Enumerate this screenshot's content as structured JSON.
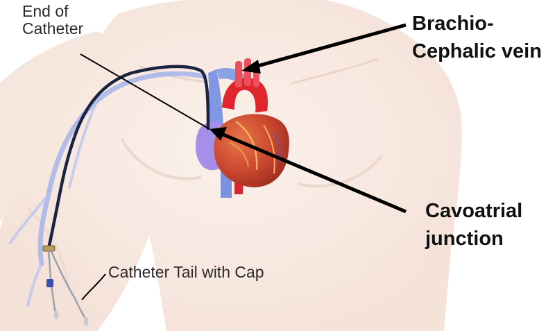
{
  "labels": {
    "end_of_catheter": [
      "End of",
      "Catheter"
    ],
    "brachiocephalic_vein": [
      "Brachio-",
      "Cephalic vein"
    ],
    "cavoatrial_junction": [
      "Cavoatrial",
      "junction"
    ],
    "catheter_tail": "Catheter Tail with Cap"
  },
  "colors": {
    "skin": "#f7e9e1",
    "skin_shadow": "#efd8cc",
    "vein": "#8aa2e6",
    "vena_cava": "#6f86dc",
    "atrium": "#a58fe8",
    "aorta": "#e0262c",
    "heart": "#c8452e",
    "catheter": "#1c2340",
    "pointer": "#000000"
  }
}
